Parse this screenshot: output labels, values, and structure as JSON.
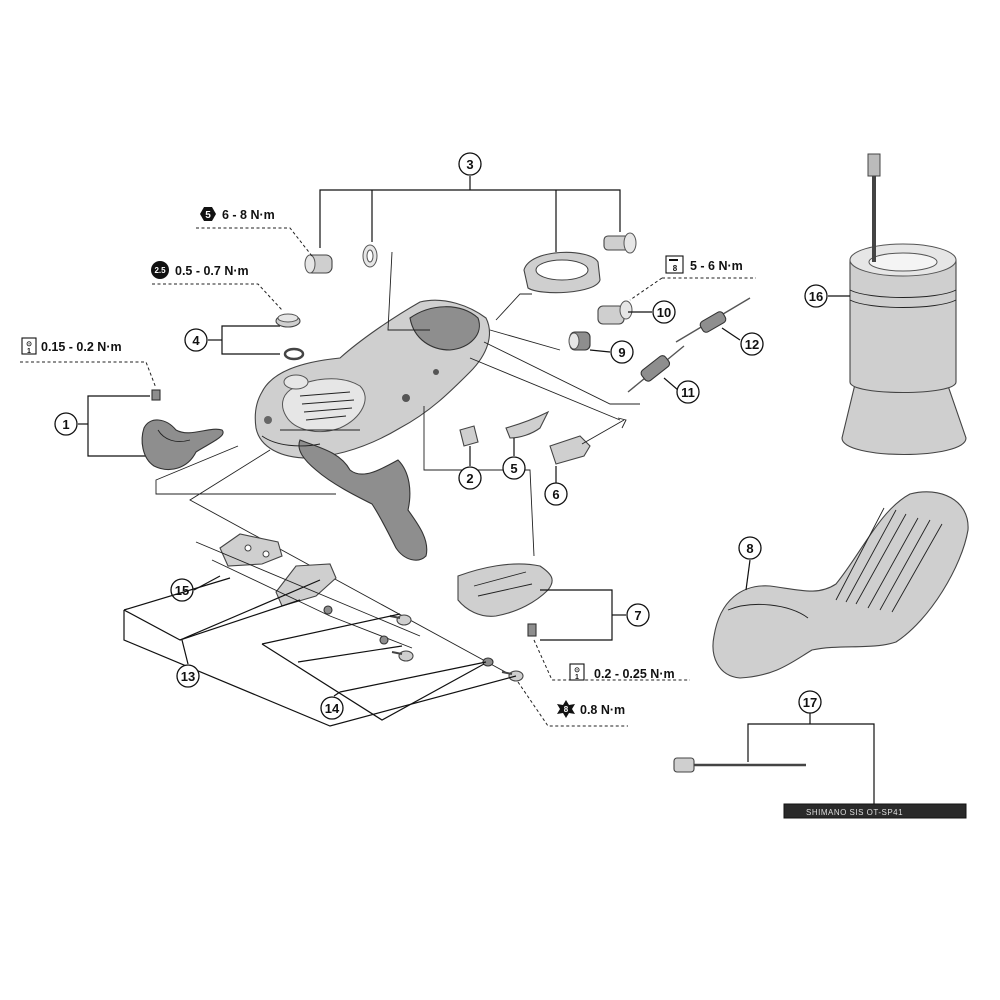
{
  "callouts": {
    "c1": "1",
    "c2": "2",
    "c3": "3",
    "c4": "4",
    "c5": "5",
    "c6": "6",
    "c7": "7",
    "c8": "8",
    "c9": "9",
    "c10": "10",
    "c11": "11",
    "c12": "12",
    "c13": "13",
    "c14": "14",
    "c15": "15",
    "c16": "16",
    "c17": "17"
  },
  "torque_specs": {
    "hex5": {
      "badge": "5",
      "value": "6 - 8 N·m"
    },
    "hex25": {
      "badge": "2.5",
      "value": "0.5 - 0.7 N·m"
    },
    "torx1_top": {
      "badge": "1",
      "value": "0.15 - 0.2 N·m"
    },
    "wrench8": {
      "badge": "8",
      "value": "5 - 6 N·m"
    },
    "torx1_bottom": {
      "badge": "1",
      "value": "0.2 - 0.25 N·m"
    },
    "star8": {
      "badge": "8",
      "value": "0.8 N·m"
    }
  },
  "cable_label": "SHIMANO SIS  OT-SP41"
}
